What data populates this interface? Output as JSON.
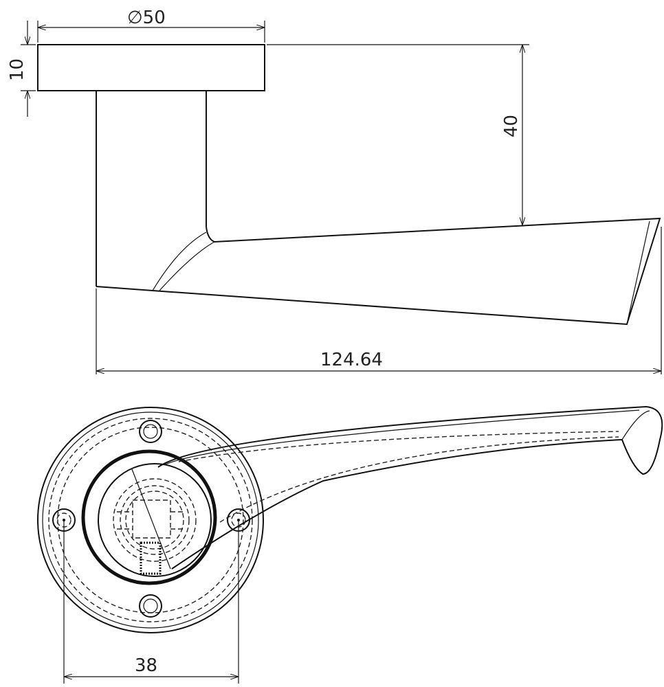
{
  "title": "Lever handle on round rose - technical drawing",
  "views": {
    "side": {
      "dimensions": {
        "rose_diameter": "∅50",
        "rose_thickness": "10",
        "lever_height": "40",
        "overall_length": "124.64"
      }
    },
    "front": {
      "dimensions": {
        "fixing_centres": "38"
      }
    }
  },
  "colors": {
    "line": "#111111",
    "background": "#ffffff"
  }
}
